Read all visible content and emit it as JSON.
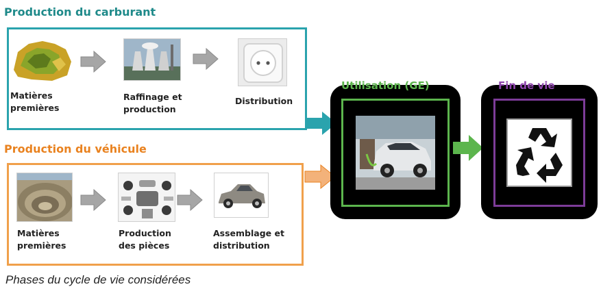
{
  "fuel": {
    "title": "Production du carburant",
    "steps": [
      {
        "label": [
          "Matières",
          "premières"
        ],
        "icon": "raw-material-ore-icon"
      },
      {
        "label": [
          "Raffinage et",
          "production"
        ],
        "icon": "refinery-icon"
      },
      {
        "label": [
          "Distribution"
        ],
        "icon": "power-socket-icon"
      }
    ]
  },
  "vehicle": {
    "title": "Production du véhicule",
    "steps": [
      {
        "label": [
          "Matières",
          "premières"
        ],
        "icon": "open-pit-mine-icon"
      },
      {
        "label": [
          "Production",
          "des pièces"
        ],
        "icon": "car-parts-icon"
      },
      {
        "label": [
          "Assemblage et",
          "distribution"
        ],
        "icon": "car-icon"
      }
    ]
  },
  "use": {
    "title": "Utilisation (GE)",
    "icon": "charging-electric-car-icon"
  },
  "end": {
    "title": "Fin de vie",
    "icon": "recycle-icon"
  },
  "caption": "Phases du cycle de vie considérées",
  "colors": {
    "fuel": "#2aa3ad",
    "vehicle": "#f0a04b",
    "use": "#5cb54d",
    "end": "#7d3c98",
    "arrow": "#a6a6a6"
  }
}
